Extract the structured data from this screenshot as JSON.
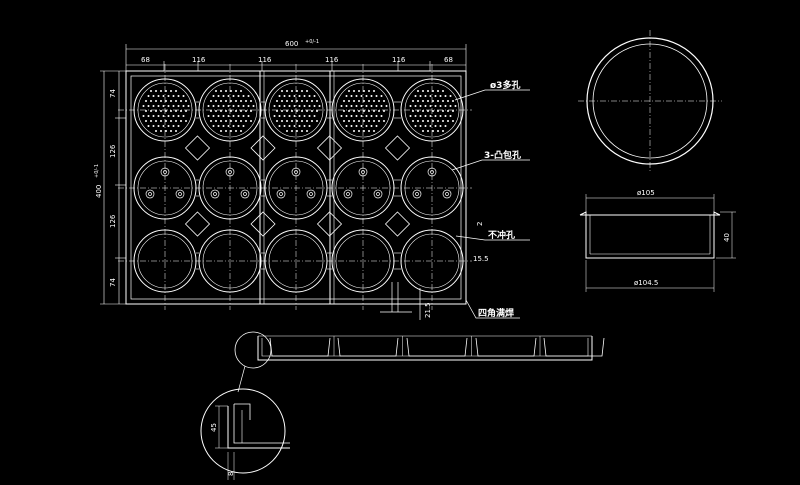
{
  "dimensions": {
    "overall_width": "600",
    "overall_width_tol": "+0/-1",
    "overall_height": "400",
    "overall_height_tol": "+0/-1",
    "col_68_left": "68",
    "col_116_a": "116",
    "col_116_b": "116",
    "col_116_c": "116",
    "col_116_d": "116",
    "col_68_right": "68",
    "row_74_top": "74",
    "row_126_a": "126",
    "row_126_b": "126",
    "row_74_bottom": "74",
    "gap_2": "2",
    "offset_15_5": "15.5",
    "stem_21_5": "21.5",
    "cup_top_dia": "ø105",
    "cup_height": "40",
    "cup_bottom_dia": "ø104.5",
    "detail_height": "45",
    "detail_gap": "8"
  },
  "annotations": {
    "perforated": "ø3多孔",
    "bosses": "3-凸包孔",
    "no_holes": "不冲孔",
    "weld": "四角满焊"
  },
  "colors": {
    "background": "#000000",
    "line": "#ffffff"
  }
}
